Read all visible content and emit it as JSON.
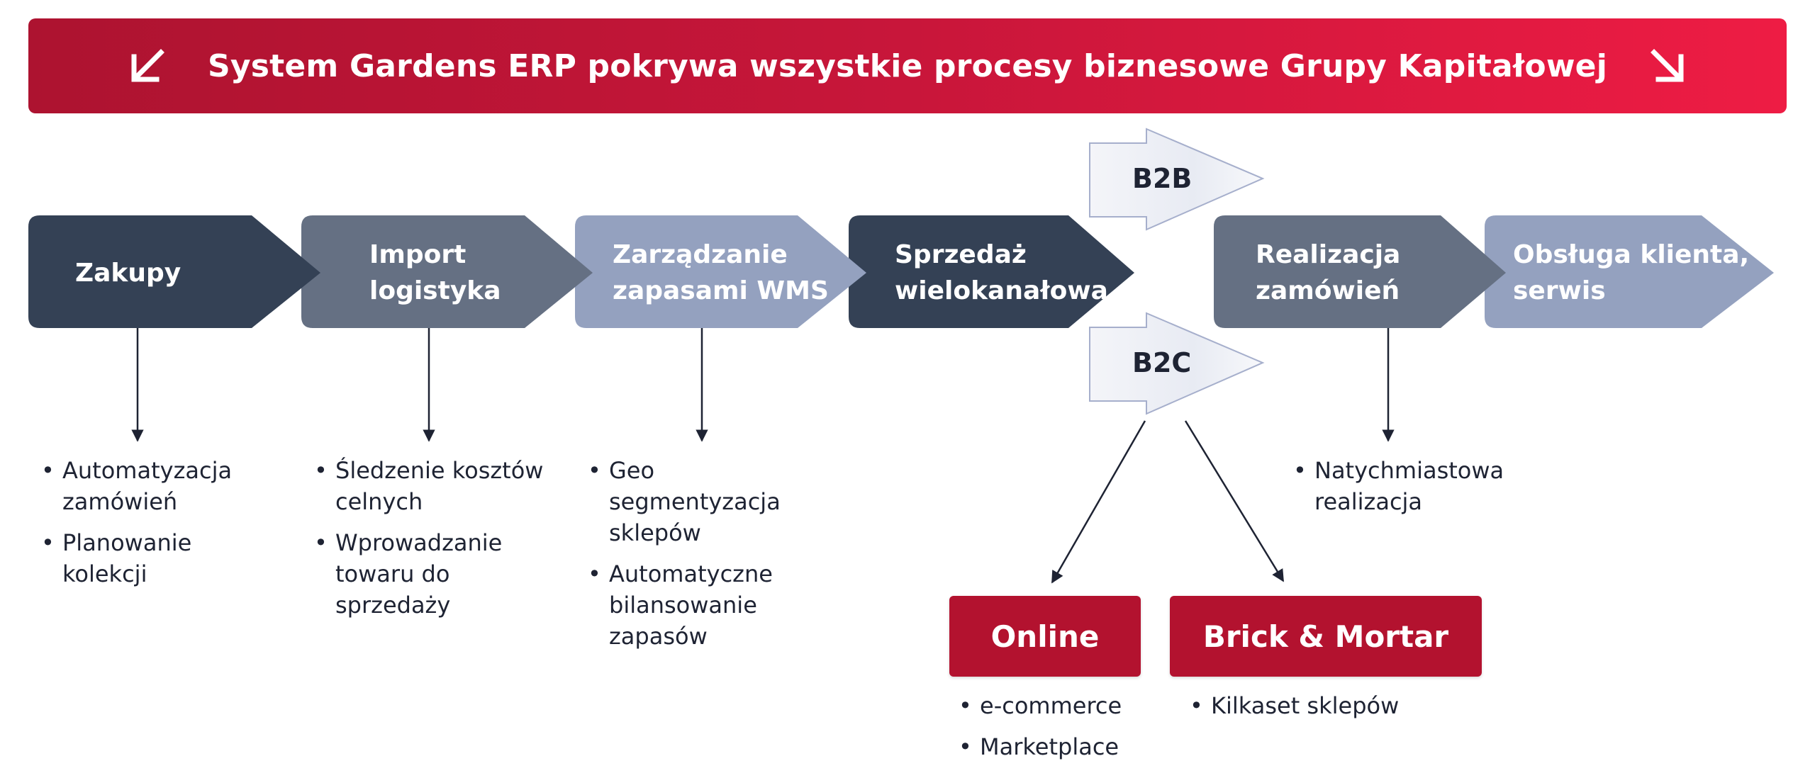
{
  "banner": {
    "title": "System Gardens ERP pokrywa wszystkie procesy biznesowe Grupy Kapitałowej",
    "left_icon": "arrow-down-left-icon",
    "right_icon": "arrow-down-right-icon"
  },
  "stages": [
    {
      "label": "Zakupy",
      "color": "#344155"
    },
    {
      "label": "Import\nlogistyka",
      "color": "#657083"
    },
    {
      "label": "Zarządzanie\nzapasami WMS",
      "color": "#94a1bf"
    },
    {
      "label": "Sprzedaż\nwielokanałowa",
      "color": "#344155"
    },
    {
      "label": "Realizacja\nzamówień",
      "color": "#657083"
    },
    {
      "label": "Obsługa klienta,\nserwis",
      "color": "#94a1bf"
    }
  ],
  "channels": {
    "b2b": "B2B",
    "b2c": "B2C"
  },
  "details": {
    "zakupy": [
      "Automatyzacja zamówień",
      "Planowanie kolekcji"
    ],
    "import": [
      "Śledzenie kosztów celnych",
      "Wprowadzanie towaru do sprzedaży"
    ],
    "wms": [
      "Geo segmentyzacja sklepów",
      "Automatyczne bilansowanie zapasów"
    ],
    "realizacja": [
      "Natychmiastowa realizacja"
    ],
    "online": [
      "e-commerce",
      "Marketplace"
    ],
    "brick": [
      "Kilkaset sklepów"
    ]
  },
  "outlets": {
    "online": "Online",
    "brick": "Brick & Mortar"
  },
  "colors": {
    "accent_red": "#b3122f",
    "banner_gradient_start": "#ad1330",
    "banner_gradient_end": "#ee1c44",
    "dark": "#344155",
    "mid": "#657083",
    "light": "#94a1bf",
    "ghost_fill": "#eef0f6",
    "ghost_stroke": "#a6afcc"
  }
}
